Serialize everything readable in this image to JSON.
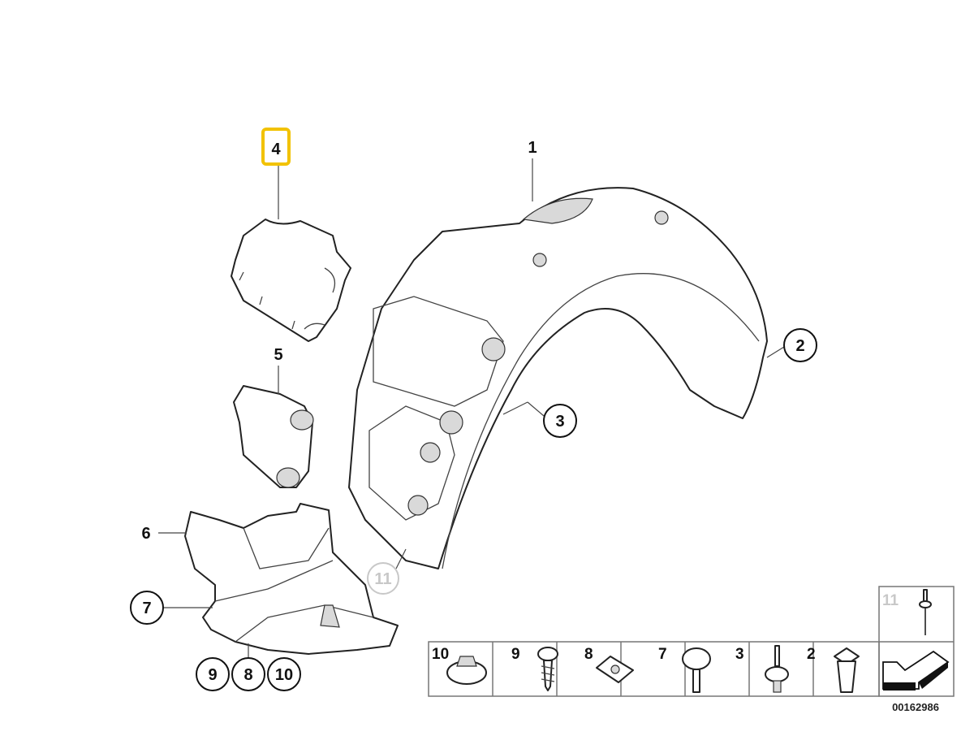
{
  "diagram": {
    "callouts": {
      "c1": "1",
      "c2": "2",
      "c3": "3",
      "c4": "4",
      "c5": "5",
      "c6": "6",
      "c7": "7",
      "c8": "8",
      "c9": "9",
      "c10": "10",
      "c11": "11"
    },
    "highlighted_callout": "4",
    "highlight_color": "#f2c200",
    "faded_callout_color": "#c8c8c8"
  },
  "parts_table": {
    "cells": [
      {
        "number": "10",
        "icon": "hex-collar-nut-icon"
      },
      {
        "number": "9",
        "icon": "self-tapping-screw-icon"
      },
      {
        "number": "8",
        "icon": "spring-nut-clip-icon"
      },
      {
        "number": "7",
        "icon": "flat-head-bolt-icon"
      },
      {
        "number": "3",
        "icon": "expanding-rivet-icon"
      },
      {
        "number": "2",
        "icon": "plastic-expansion-nut-icon"
      }
    ],
    "extra_cell": {
      "number": "11",
      "icon": "blind-rivet-icon"
    },
    "arrow_icon": "direction-arrow-icon"
  },
  "diagram_id": "00162986"
}
